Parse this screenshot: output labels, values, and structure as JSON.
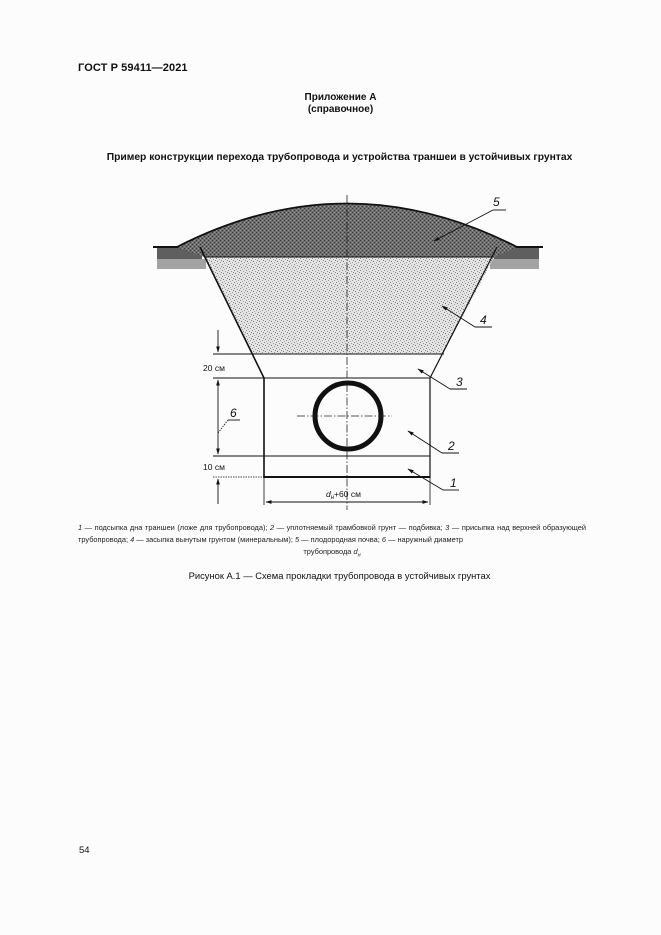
{
  "header": {
    "standard_code": "ГОСТ Р 59411—2021"
  },
  "appendix": {
    "title": "Приложение А",
    "subtitle": "(справочное)"
  },
  "section_title": "Пример конструкции перехода трубопровода и устройства траншеи в устойчивых грунтах",
  "diagram": {
    "callouts": [
      "1",
      "2",
      "3",
      "4",
      "5",
      "6"
    ],
    "dimensions": {
      "top_layer": "20 см",
      "bottom_layer": "10 см",
      "width_label_var": "d",
      "width_label_sub": "н",
      "width_label_rest": "+60 см"
    }
  },
  "legend": {
    "items": [
      {
        "num": "1",
        "text": " — подсыпка дна траншеи (ложе для трубопровода); "
      },
      {
        "num": "2",
        "text": " — уплотняемый трамбовкой грунт — подбивка; "
      },
      {
        "num": "3",
        "text": " — присыпка над верхней образующей трубопровода; "
      },
      {
        "num": "4",
        "text": " — засыпка вынутым грунтом (минеральным); "
      },
      {
        "num": "5",
        "text": " — плодородная почва; "
      },
      {
        "num": "6",
        "text": " — наружный диаметр"
      }
    ],
    "last_line": "трубопровода ",
    "last_var": "d",
    "last_sub": "н"
  },
  "figure_caption": "Рисунок А.1 — Схема прокладки трубопровода в устойчивых грунтах",
  "page_number": "54",
  "colors": {
    "fertile_soil": "#5e5e5e",
    "backfill": "#c8c8c8",
    "ground_top": "#6a6a6a",
    "ground_bottom": "#a6a6a6",
    "line": "#111111"
  }
}
